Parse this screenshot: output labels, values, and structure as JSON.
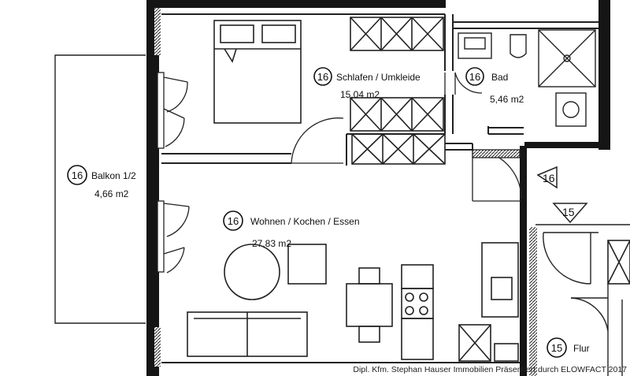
{
  "rooms": {
    "schlafen": {
      "number": "16",
      "name": "Schlafen / Umkleide",
      "area": "15,04 m2"
    },
    "bad": {
      "number": "16",
      "name": "Bad",
      "area": "5,46 m2"
    },
    "balkon": {
      "number": "16",
      "name": "Balkon 1/2",
      "area": "4,66 m2"
    },
    "wohnen": {
      "number": "16",
      "name": "Wohnen / Kochen / Essen",
      "area": "27,83 m2"
    },
    "flur": {
      "number": "15",
      "name": "Flur"
    }
  },
  "markers": {
    "door_16": "16",
    "door_15": "15"
  },
  "credit": "Dipl. Kfm. Stephan Hauser Immobilien Präsentiert durch ELOWFACT 2017"
}
